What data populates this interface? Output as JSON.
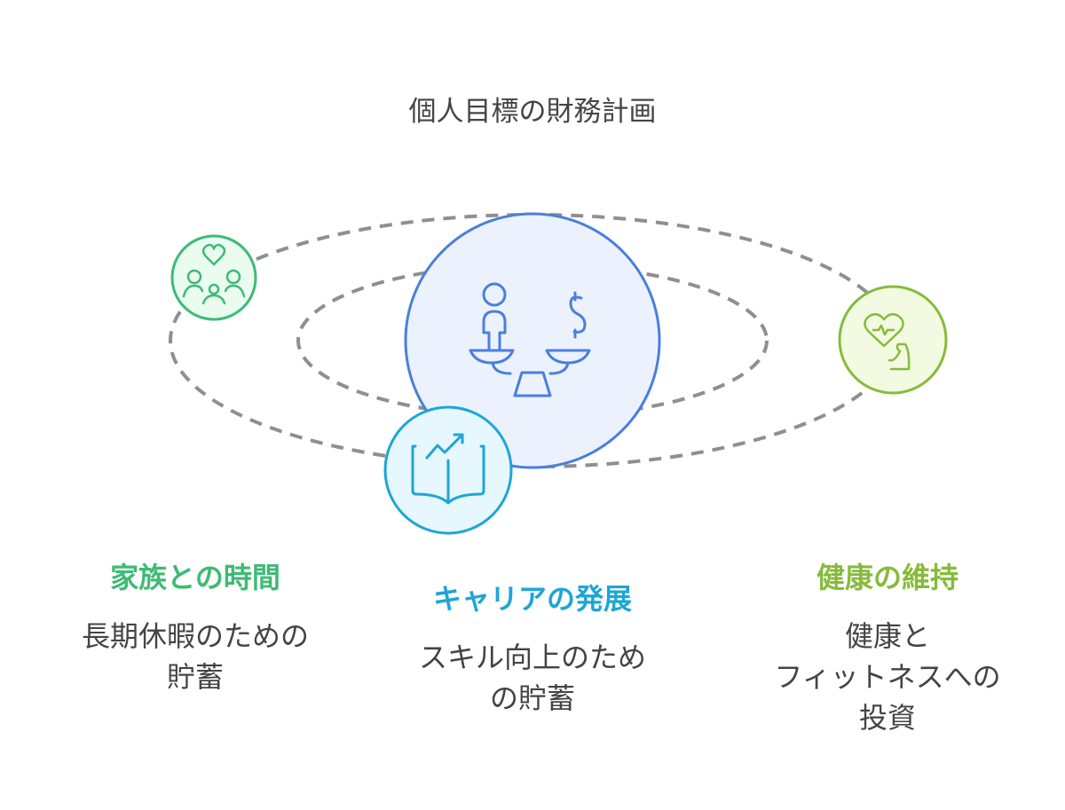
{
  "title": "個人目標の財務計画",
  "colors": {
    "family": "#3dbb74",
    "center": "#4a7fdc",
    "career": "#1ea5d6",
    "health": "#86bb3a",
    "orbit": "#8f8f8f"
  },
  "center": {
    "icon": "balance-scale-person-dollar-icon"
  },
  "items": [
    {
      "heading": "家族との時間",
      "lines": [
        "長期休暇のための",
        "貯蓄"
      ],
      "icon": "family-heart-icon"
    },
    {
      "heading": "キャリアの発展",
      "lines": [
        "スキル向上のため",
        "の貯蓄"
      ],
      "icon": "book-growth-icon"
    },
    {
      "heading": "健康の維持",
      "lines": [
        "健康と",
        "フィットネスへの",
        "投資"
      ],
      "icon": "heart-muscle-icon"
    }
  ]
}
